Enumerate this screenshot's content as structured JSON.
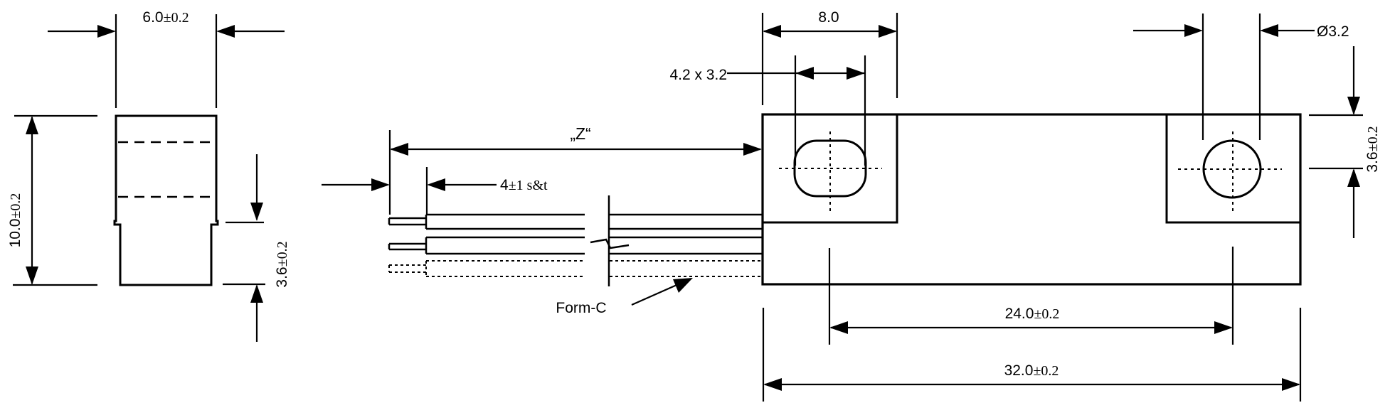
{
  "drawing": {
    "type": "engineering-dimension-drawing",
    "colors": {
      "line": "#000000",
      "background": "#ffffff"
    },
    "side_view": {
      "dim_width": {
        "value": "6.0",
        "tol": "±0.2"
      },
      "dim_height": {
        "value": "10.0",
        "tol": "±0.2"
      },
      "dim_base": {
        "value": "3.6",
        "tol": "±0.2"
      }
    },
    "leads": {
      "dim_z": {
        "text": "„Z“"
      },
      "dim_tinned": {
        "value": "4",
        "tol": "±1 s&t"
      },
      "contact_label": {
        "text": "Form-C"
      }
    },
    "top_view": {
      "dim_block_width": {
        "text": "8.0"
      },
      "dim_slot": {
        "text": "4.2 x 3.2"
      },
      "dim_hole_diameter": {
        "text": "Ø3.2"
      },
      "dim_hole_offset": {
        "value": "3.6",
        "tol": "±0.2"
      },
      "dim_hole_spacing": {
        "value": "24.0",
        "tol": "±0.2"
      },
      "dim_overall_length": {
        "value": "32.0",
        "tol": "±0.2"
      }
    }
  }
}
